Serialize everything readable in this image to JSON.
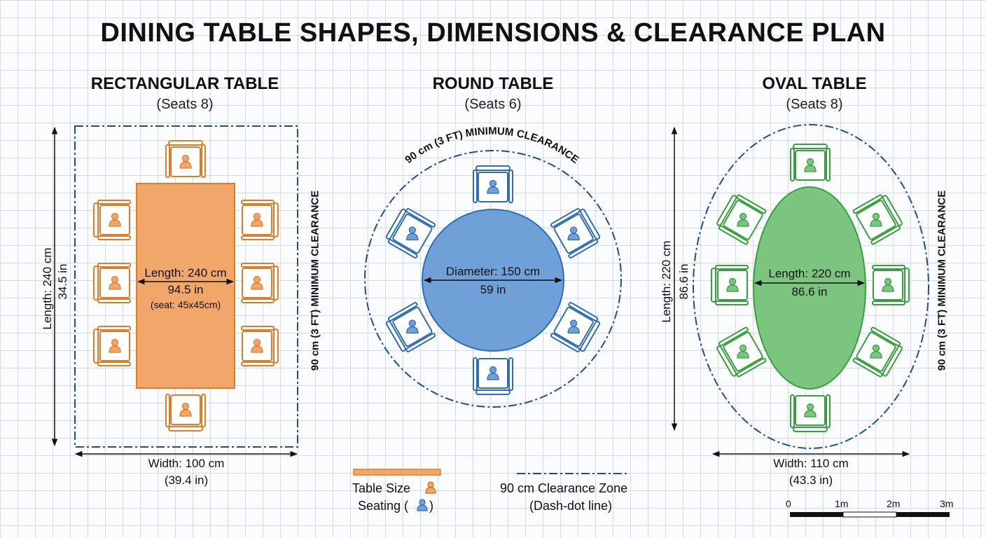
{
  "title": "DINING TABLE SHAPES, DIMENSIONS & CLEARANCE PLAN",
  "colors": {
    "rect_fill": "#f2a76a",
    "rect_stroke": "#e07c28",
    "round_fill": "#6fa1d8",
    "round_stroke": "#2f6db5",
    "oval_fill": "#7cc57e",
    "oval_stroke": "#35a03c",
    "clearance": "#1f4e8c"
  },
  "rectangular": {
    "title": "RECTANGULAR TABLE",
    "seats": "(Seats 8)",
    "length_label": "Length: 240 cm",
    "length_in": "34.5 in",
    "inner_length": "Length: 240 cm",
    "inner_in": "94.5 in",
    "inner_seat": "(seat: 45x45cm)",
    "clearance": "90 cm (3 FT) MINIMUM CLEARANCE",
    "width_label": "Width: 100 cm",
    "width_in": "(39.4 in)"
  },
  "round": {
    "title": "ROUND TABLE",
    "seats": "(Seats 6)",
    "clearance": "90 cm (3 FT) MINIMUM CLEARANCE",
    "diameter": "Diameter: 150 cm",
    "diameter_in": "59 in"
  },
  "oval": {
    "title": "OVAL TABLE",
    "seats": "(Seats 8)",
    "length_label": "Length: 220 cm",
    "length_in": "86.6 in",
    "inner_length": "Length: 220 cm",
    "inner_in": "86.6 in",
    "clearance": "90 cm (3 FT) MINIMUM CLEARANCE",
    "width_label": "Width: 110 cm",
    "width_in": "(43.3 in)"
  },
  "legend": {
    "table_size": "Table Size",
    "seating_pre": "Seating (",
    "seating_post": ")",
    "clearance_zone": "90 cm Clearance Zone",
    "dash_dot": "(Dash-dot line)"
  },
  "scale": {
    "ticks": [
      "0",
      "1m",
      "2m",
      "3m"
    ]
  }
}
